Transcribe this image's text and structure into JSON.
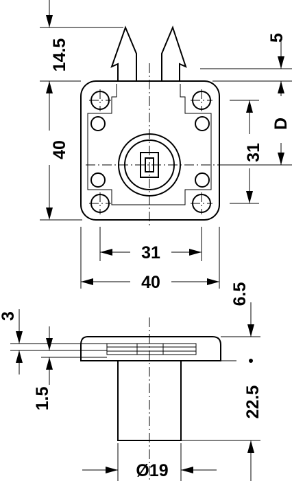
{
  "dimensions": {
    "flange_height": "14.5",
    "flange_offset": "5",
    "depth_label": "D",
    "body_height": "40",
    "hole_spacing_vertical": "31",
    "hole_spacing_horizontal": "31",
    "body_width": "40",
    "side_top_thickness": "3",
    "side_plate_thickness": "6.5",
    "side_gap": "1.5",
    "cylinder_length": "22.5",
    "cylinder_diameter": "Ø19"
  },
  "colors": {
    "line": "#000000",
    "background": "#ffffff"
  }
}
